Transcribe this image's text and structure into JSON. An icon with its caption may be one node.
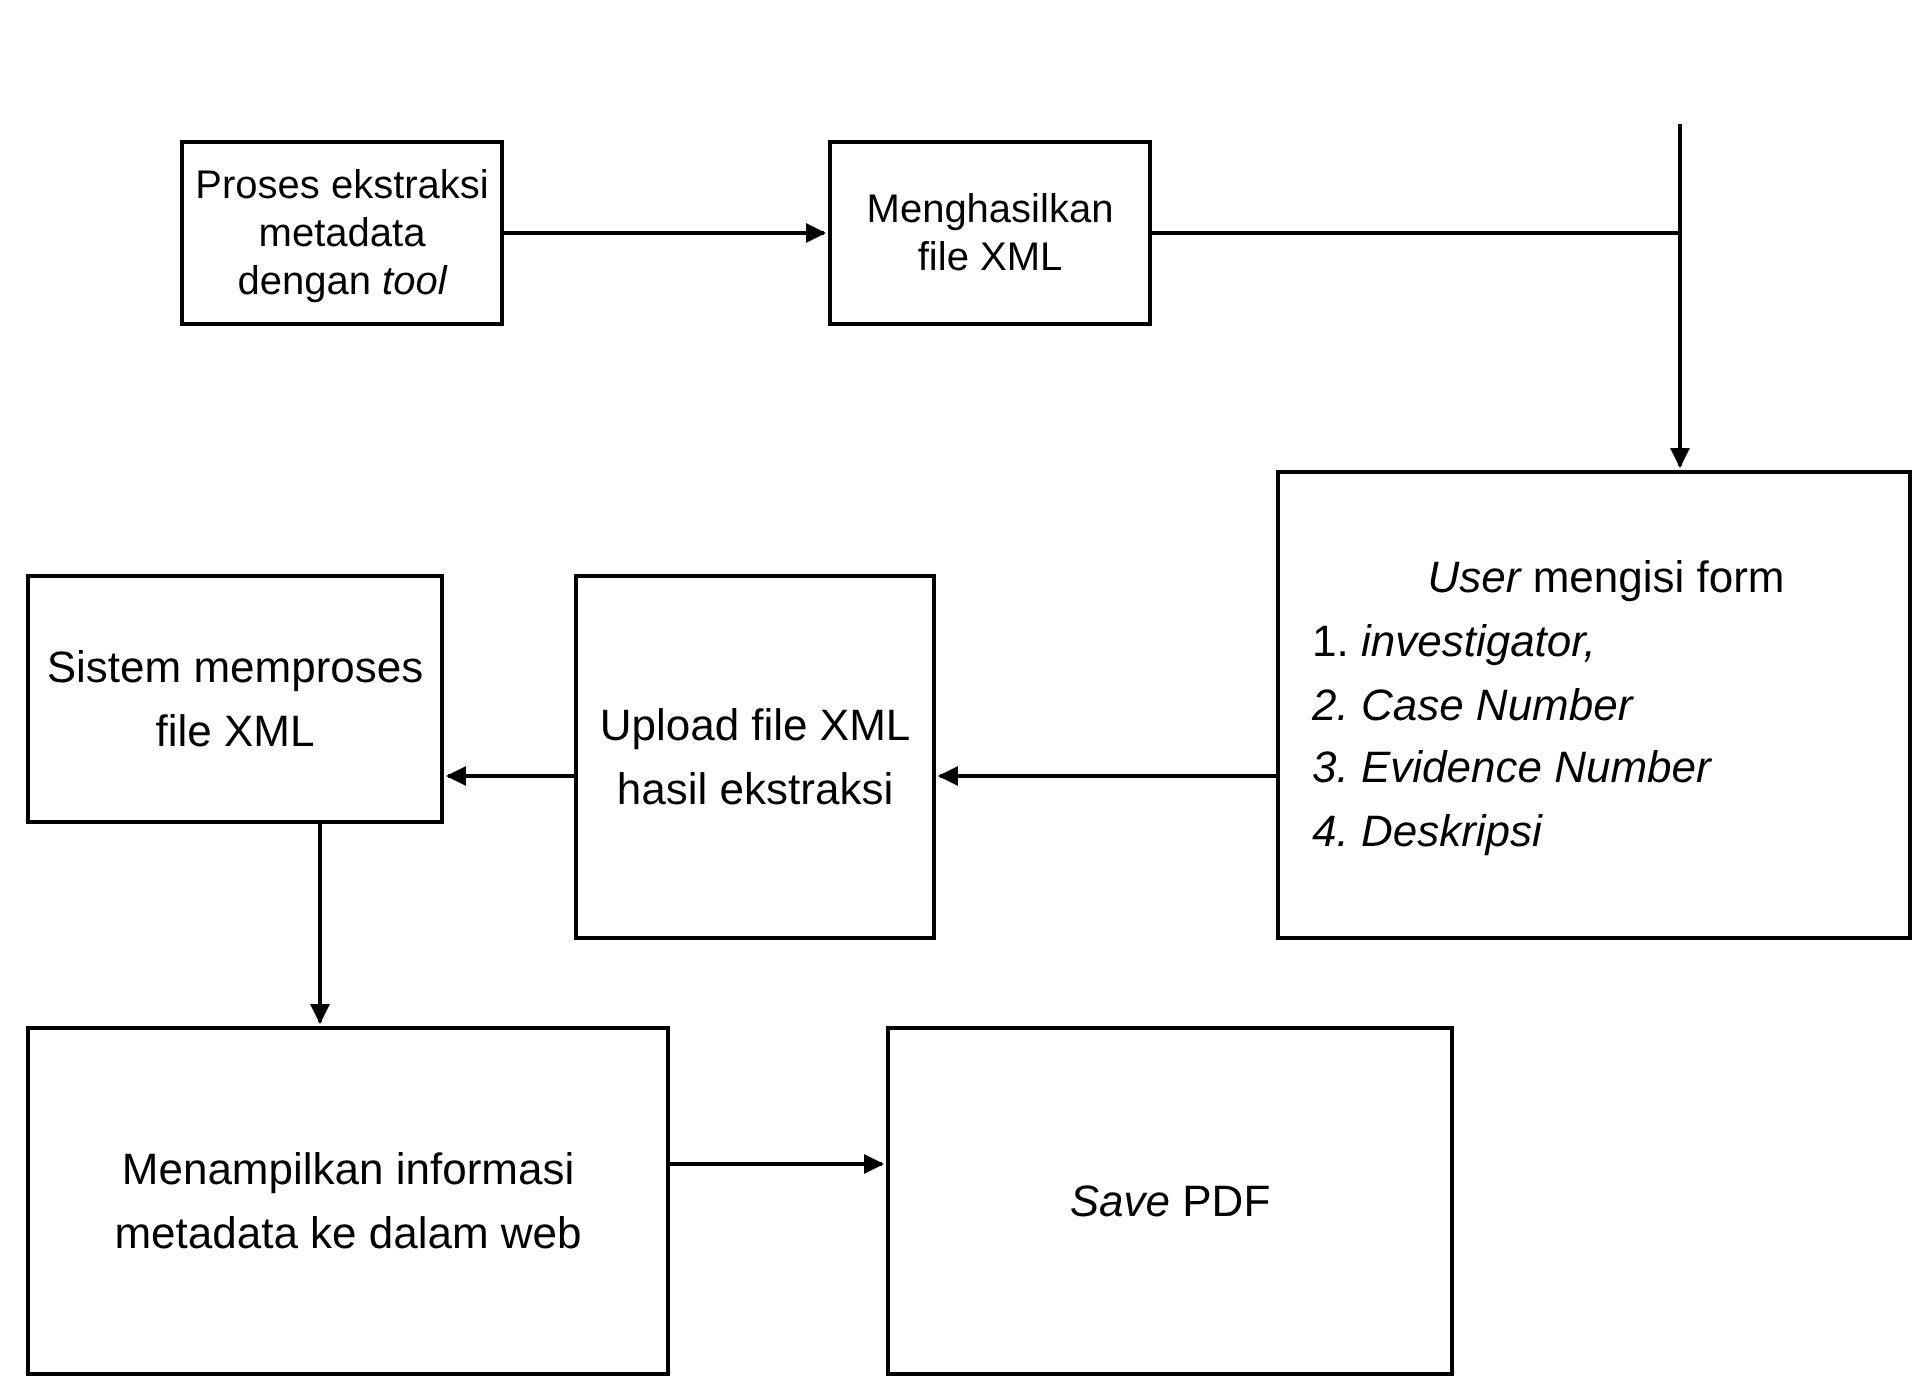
{
  "diagram": {
    "nodes": [
      {
        "text": [
          "Proses ekstraksi metadata dengan *tool*"
        ]
      },
      {
        "text": [
          "Menghasilkan file XML"
        ]
      },
      {
        "text": [
          "*User* mengisi form",
          "1. *investigator,*",
          "*2. Case Number*",
          "*3. Evidence Number*",
          "*4. Deskripsi*"
        ]
      },
      {
        "text": [
          "Upload file XML hasil ekstraksi"
        ]
      },
      {
        "text": [
          "Sistem memproses file XML"
        ]
      },
      {
        "text": [
          "Menampilkan informasi metadata ke dalam web"
        ]
      },
      {
        "text": [
          "*Save* PDF"
        ]
      }
    ],
    "edges": [
      {
        "from": 0,
        "to": 1,
        "arrow": "to"
      },
      {
        "from": 1,
        "to": 2,
        "arrow": "to"
      },
      {
        "from": 2,
        "to": 3,
        "arrow": "to"
      },
      {
        "from": 3,
        "to": 4,
        "arrow": "to"
      },
      {
        "from": 4,
        "to": 5,
        "arrow": "to"
      },
      {
        "from": 5,
        "to": 6,
        "arrow": "to"
      }
    ]
  }
}
